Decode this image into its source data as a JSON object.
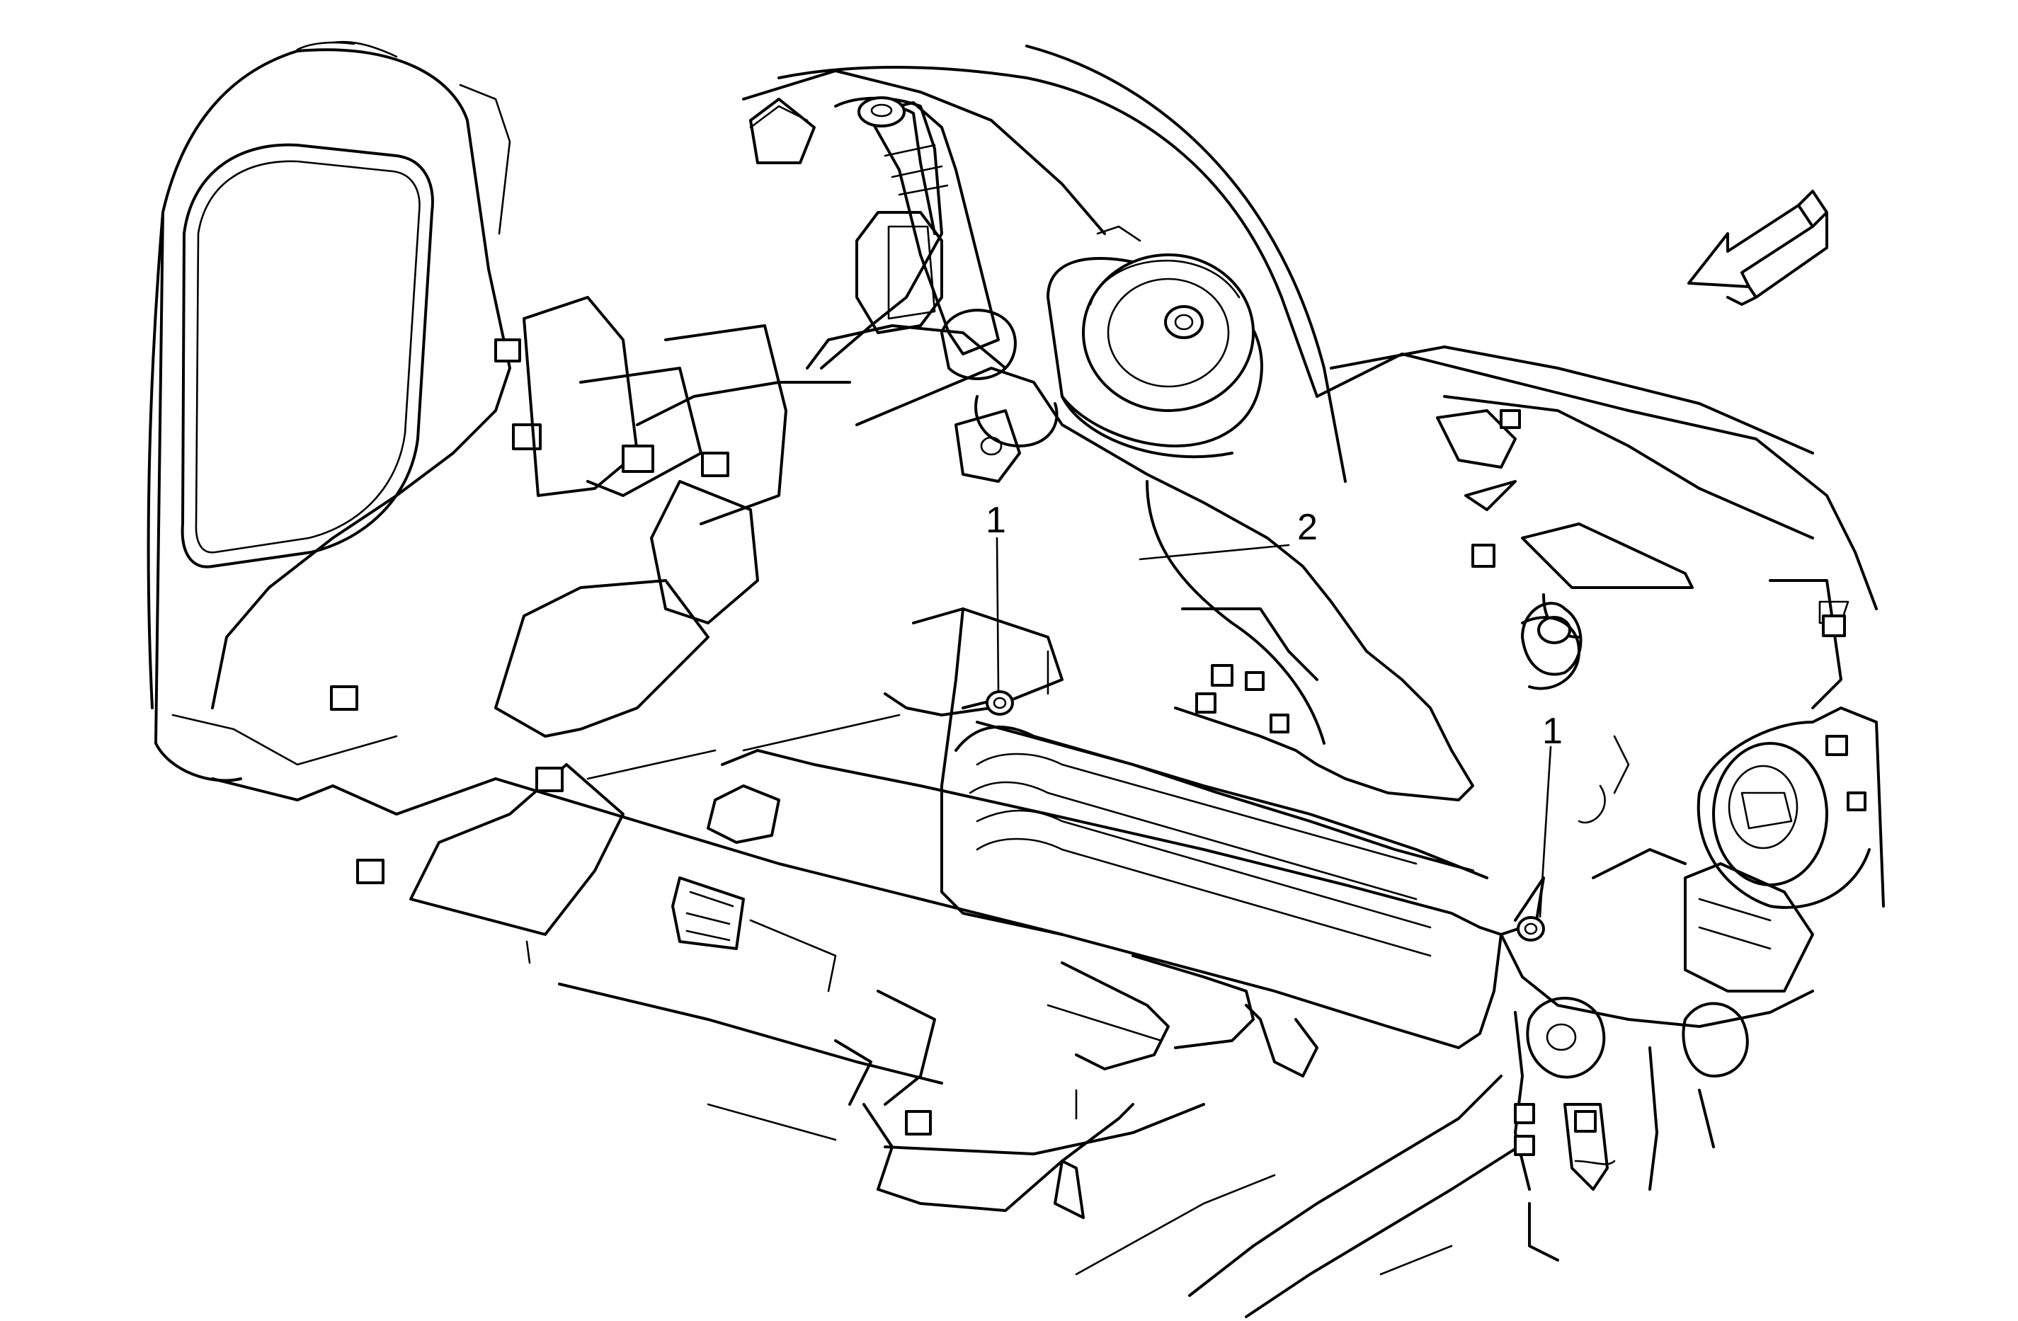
{
  "diagram": {
    "callouts": [
      {
        "id": "bolt-left",
        "label": "1"
      },
      {
        "id": "bolt-right",
        "label": "1"
      },
      {
        "id": "bracket",
        "label": "2"
      }
    ],
    "direction_arrow": "front-of-vehicle-arrow-icon",
    "line_color": "#000000",
    "background": "#ffffff"
  }
}
